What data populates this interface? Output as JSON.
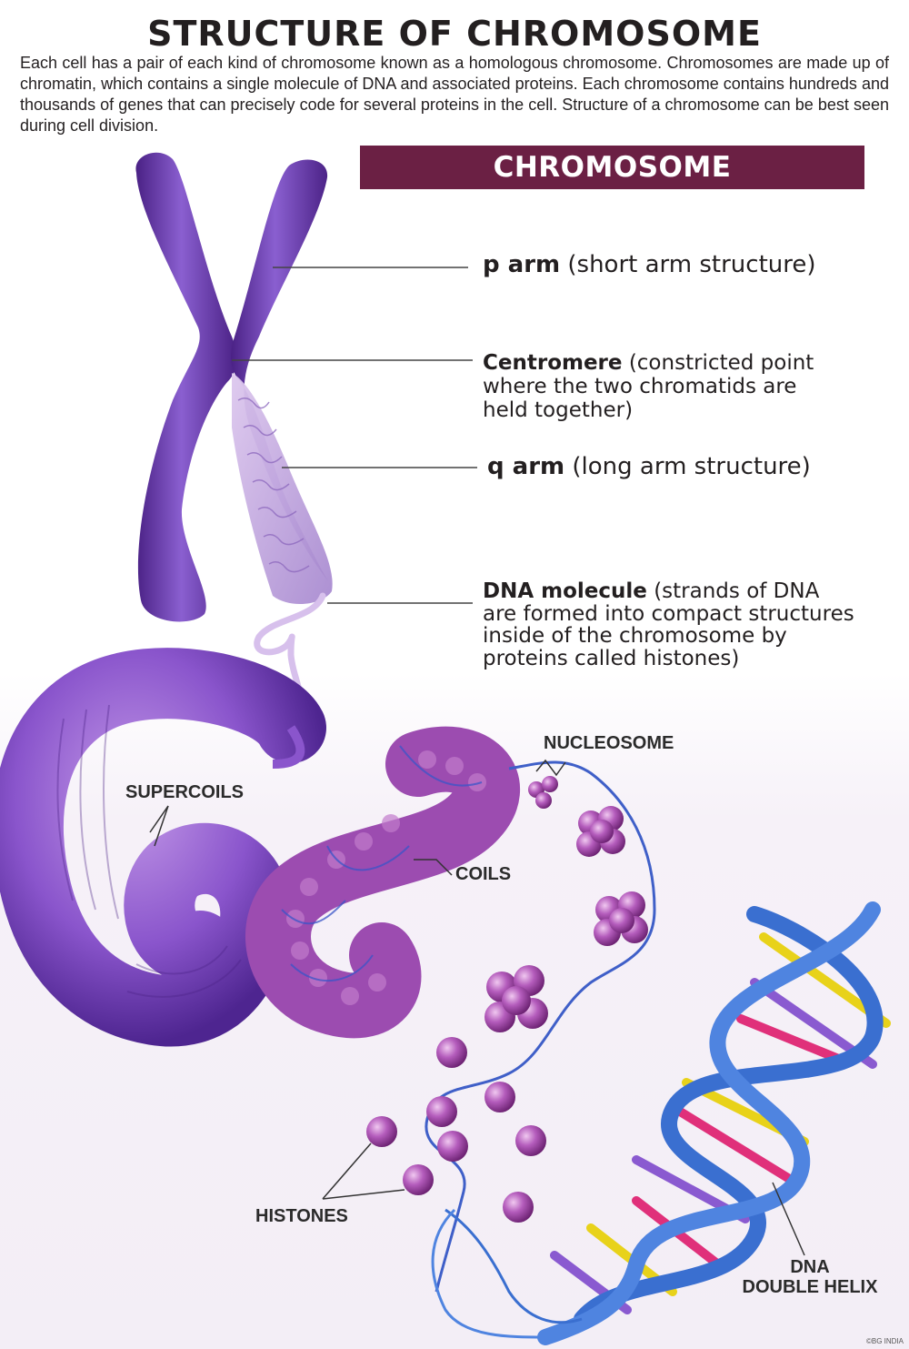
{
  "title": "STRUCTURE OF CHROMOSOME",
  "intro": "Each cell has a pair of each kind of chromosome known as a homologous chromosome. Chromosomes are made up of chromatin, which contains a single molecule of DNA and associated proteins. Each chromosome contains hundreds and thousands of genes that can precisely code for several proteins in the cell. Structure of a chromosome can be best seen during cell division.",
  "banner": "CHROMOSOME",
  "labels": {
    "p_arm_term": "p arm",
    "p_arm_desc": "(short arm structure)",
    "centromere_term": "Centromere",
    "centromere_desc_1": "(constricted point",
    "centromere_desc_2": "where the two chromatids are",
    "centromere_desc_3": "held together)",
    "q_arm_term": "q arm",
    "q_arm_desc": "(long arm structure)",
    "dna_term": "DNA molecule",
    "dna_desc_1": "(strands of DNA",
    "dna_desc_2": "are formed into compact structures",
    "dna_desc_3": "inside of the chromosome by",
    "dna_desc_4": "proteins called histones)"
  },
  "callouts": {
    "nucleosome": "NUCLEOSOME",
    "supercoils": "SUPERCOILS",
    "coils": "COILS",
    "histones": "HISTONES",
    "dna_helix_1": "DNA",
    "dna_helix_2": "DOUBLE HELIX"
  },
  "credit": "©BG INDIA",
  "colors": {
    "banner": "#6b2044",
    "chromosome": "#6a3aa8",
    "histone": "#a04aa8",
    "helix_backbone": "#3a6fd0",
    "base_yellow": "#e8d21a",
    "base_pink": "#e0307a",
    "base_purple": "#8a5ad0"
  }
}
